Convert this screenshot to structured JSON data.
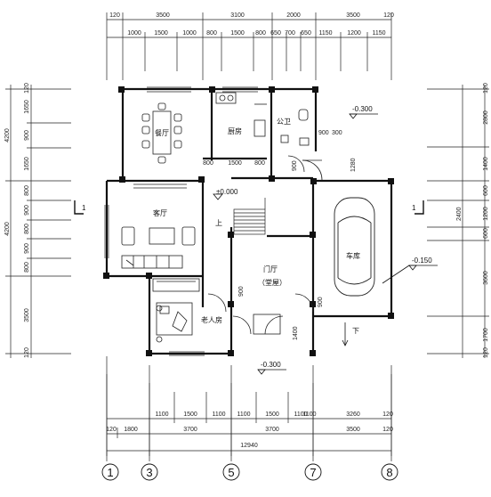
{
  "top_dims": {
    "row1": [
      "120",
      "3500",
      "3100",
      "2000",
      "3500",
      "120"
    ],
    "row2": [
      "1000",
      "1500",
      "1000",
      "800",
      "1500",
      "800",
      "650",
      "700",
      "650",
      "1150",
      "1200",
      "1150"
    ]
  },
  "bottom_dims": {
    "row1": [
      "1100",
      "1500",
      "1100",
      "1100",
      "1500",
      "1100",
      "1100",
      "3260",
      "120"
    ],
    "row2": [
      "120",
      "1800",
      "3700",
      "3700",
      "3500",
      "120"
    ],
    "total": "12940"
  },
  "left_dims": {
    "detail": [
      "120",
      "1650",
      "900",
      "1650",
      "800",
      "900",
      "800",
      "900",
      "800",
      "3500",
      "120"
    ],
    "main": [
      "4200",
      "4200"
    ]
  },
  "right_dims": {
    "detail": [
      "120",
      "2800",
      "1400",
      "600",
      "1200",
      "600",
      "3600",
      "1700",
      "120"
    ],
    "main": [
      "1280",
      "2400"
    ]
  },
  "rooms": {
    "dining": "餐厅",
    "kitchen": "厨房",
    "toilet": "公卫",
    "living": "客厅",
    "garage": "车库",
    "foyer": "门厅",
    "foyer_sub": "（堂屋）",
    "elder": "老人房"
  },
  "interior_dims": {
    "kitchen_bottom": [
      "800",
      "1500",
      "800"
    ],
    "toilet_door": [
      "900",
      "300"
    ],
    "door_900_a": "900",
    "door_900_b": "900",
    "door_900_c": "900",
    "door_1400": "1400"
  },
  "levels": {
    "zero": "±0.000",
    "minus_300_top": "-0.300",
    "minus_300_bottom": "-0.300",
    "minus_150": "-0.150"
  },
  "arrows": {
    "up": "上",
    "down": "下"
  },
  "section": {
    "left": "1",
    "right": "1"
  },
  "axes": [
    "1",
    "3",
    "5",
    "7",
    "8"
  ]
}
